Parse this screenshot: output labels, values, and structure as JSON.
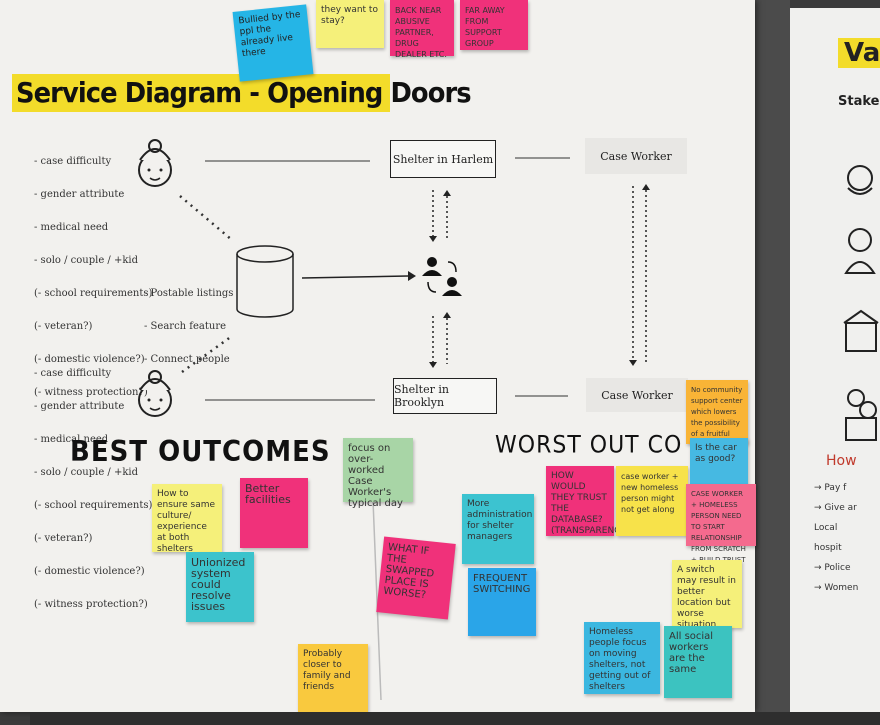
{
  "header": {
    "title": "Service Diagram - Opening Doors"
  },
  "attributes_top": [
    "- case difficulty",
    "- gender attribute",
    "- medical need",
    "- solo / couple / +kid",
    "(- school requirements)",
    "(- veteran?)",
    "(- domestic violence?)",
    "(- witness protection?)"
  ],
  "attributes_bottom": [
    "- case difficulty",
    "- gender attribute",
    "- medical need",
    "- solo / couple / +kid",
    "(- school requirements)",
    "(- veteran?)",
    "(- domestic violence?)",
    "(- witness protection?)"
  ],
  "database_features": [
    "- Postable listings",
    "- Search feature",
    "- Connect people"
  ],
  "nodes": {
    "shelter_harlem": "Shelter in Harlem",
    "case_worker_top": "Case Worker",
    "shelter_brooklyn": "Shelter in Brooklyn",
    "case_worker_bottom": "Case Worker"
  },
  "sections": {
    "best": "BEST OUTCOMES",
    "worst": "WORST OUT CO"
  },
  "notes": {
    "top_blue": "Bullied by the ppl the already live there",
    "top_yellow": "they want to stay?",
    "top_pink1": "BACK NEAR ABUSIVE PARTNER, DRUG DEALER ETC.",
    "top_pink2": "FAR AWAY FROM SUPPORT GROUP",
    "best_yellow": "How to ensure same culture/ experience at both shelters",
    "best_pink": "Better facilities",
    "best_teal": "Unionized system could resolve issues",
    "center_green": "focus on over-worked Case Worker's typical day",
    "center_pink": "WHAT IF THE SWAPPED PLACE IS WORSE?",
    "bottom_orange": "Probably closer to family and friends",
    "worst_pink1": "HOW WOULD THEY TRUST THE DATABASE? (TRANSPARENCY)",
    "worst_yellow": "case worker + new homeless person might not get along",
    "worst_blue_right": "Is the car as good?",
    "worst_orange": "No community support center which lowers the possibility of a fruitful friendship",
    "worst_pink2": "CASE WORKER + HOMELESS PERSON NEED TO START RELATIONSHIP FROM SCRATCH + BUILD TRUST",
    "worst_teal1": "More administration for shelter managers",
    "worst_blue1": "FREQUENT SWITCHING",
    "worst_yellow2": "A switch may result in better location but worse situation",
    "worst_blue2": "Homeless people focus on moving shelters, not getting out of shelters",
    "worst_teal2": "All social workers are the same"
  },
  "right_sheet": {
    "title": "Va",
    "subtitle": "Stake",
    "howto": "How",
    "bullets": [
      "→ Pay f",
      "→ Give ar",
      "  Local",
      "  hospit",
      "→ Police",
      "→ Women"
    ]
  },
  "colors": {
    "title_highlight": "#f3dc2a",
    "pink": "#f0317a",
    "yellow": "#f5f07a",
    "blue": "#25b5e6",
    "green": "#a8d5a6",
    "orange": "#f9b436"
  }
}
